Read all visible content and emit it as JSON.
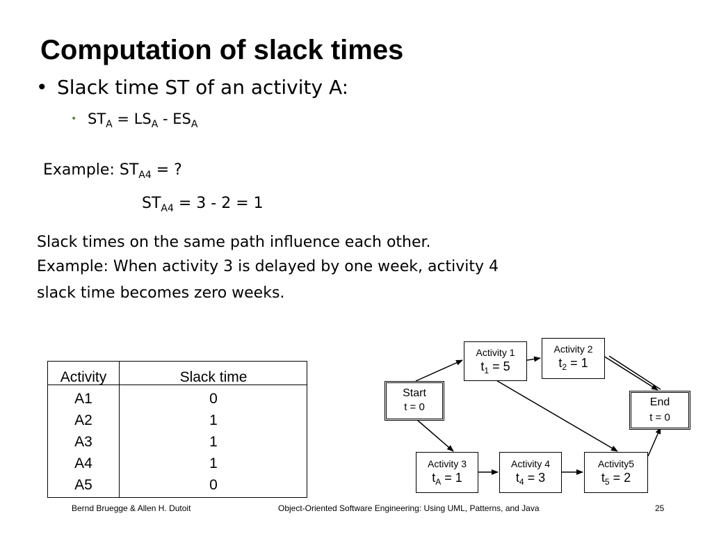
{
  "slide": {
    "title": "Computation of slack times",
    "bullet1": "Slack time ST of an activity A:",
    "bullet2": {
      "st": "ST",
      "st_sub": "A",
      "eq1": " = LS",
      "ls_sub": "A",
      "eq2": " - ES",
      "es_sub": "A"
    },
    "example1": {
      "prefix": "Example: ST",
      "sub": "A4",
      "suffix": " =  ?"
    },
    "example2": {
      "prefix": "ST",
      "sub": "A4",
      "suffix": " =  3 - 2 = 1"
    },
    "paragraph": [
      "Slack times on the same path influence each other.",
      "Example: When activity 3 is delayed by one week, activity 4",
      "slack time becomes zero weeks."
    ]
  },
  "table": {
    "headers": [
      "Activity",
      "Slack time"
    ],
    "rows": [
      [
        "A1",
        "0"
      ],
      [
        "A2",
        "1"
      ],
      [
        "A3",
        "1"
      ],
      [
        "A4",
        "1"
      ],
      [
        "A5",
        "0"
      ]
    ]
  },
  "diagram": {
    "start": {
      "name": "Start",
      "time": "t = 0"
    },
    "end": {
      "name": "End",
      "time": "t = 0"
    },
    "activity1": {
      "name": "Activity 1",
      "t": "t",
      "sub": "1",
      "val": " = 5"
    },
    "activity2": {
      "name": "Activity 2",
      "t": "t",
      "sub": "2",
      "val": " = 1"
    },
    "activity3": {
      "name": "Activity 3",
      "t": "t",
      "sub": "A",
      "val": " = 1"
    },
    "activity4": {
      "name": "Activity 4",
      "t": "t",
      "sub": "4",
      "val": " = 3"
    },
    "activity5": {
      "name": "Activity5",
      "t": "t",
      "sub": "5",
      "val": " = 2"
    }
  },
  "footer": {
    "authors": "Bernd Bruegge & Allen H. Dutoit",
    "book": "Object-Oriented Software Engineering: Using UML, Patterns, and Java",
    "page": "25"
  }
}
